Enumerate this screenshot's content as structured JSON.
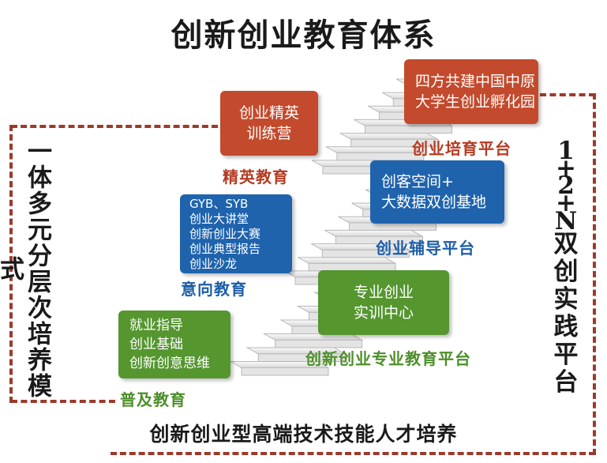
{
  "title": "创新创业教育体系",
  "left_vertical": "一体多元分层次培养模式",
  "right_vertical_lines": [
    "1",
    "+",
    "2",
    "+",
    "N",
    "双",
    "创",
    "实",
    "践",
    "平",
    "台"
  ],
  "boxes": {
    "incubator": {
      "lines": [
        "四方共建中国中原",
        "大学生创业孵化园"
      ],
      "color": "#c34a2c"
    },
    "elite_camp": {
      "lines": [
        "创业精英",
        "训练营"
      ],
      "color": "#c34a2c"
    },
    "maker_space": {
      "lines": [
        "创客空间+",
        "大数据双创基地"
      ],
      "color": "#1f63ad"
    },
    "intent_programs": {
      "lines": [
        "GYB、SYB",
        "创业大讲堂",
        "创新创业大赛",
        "创业典型报告",
        "创业沙龙"
      ],
      "color": "#1f63ad"
    },
    "training_center": {
      "lines": [
        "专业创业",
        "实训中心"
      ],
      "color": "#55962f"
    },
    "general_programs": {
      "lines": [
        "就业指导",
        "创业基础",
        "创新创意思维"
      ],
      "color": "#55962f"
    }
  },
  "labels": {
    "incubation_platform": "创业培育平台",
    "elite_education": "精英教育",
    "guidance_platform": "创业辅导平台",
    "intent_education": "意向教育",
    "professional_platform": "创新创业专业教育平台",
    "general_education": "普及教育"
  },
  "bottom_text": "创新创业型高端技术技能人才培养"
}
